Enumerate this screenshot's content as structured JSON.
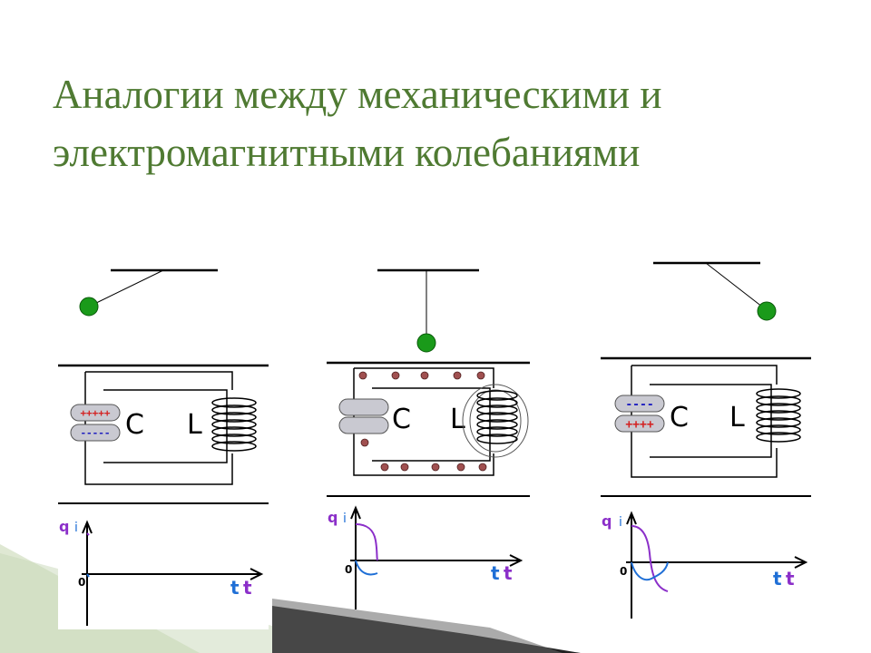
{
  "title": {
    "line1": "Аналогии между механическими и",
    "line2": "электромагнитными колебаниями"
  },
  "colors": {
    "title": "#4f7a32",
    "pendulum_bob": "#1a9a1a",
    "charge_q": "#8b2fc9",
    "current_i": "#1f6fd6",
    "plus_charge": "#d42020",
    "minus_charge": "#2020c0",
    "electron": "#a05050"
  },
  "panels": [
    {
      "capacitor_label": "C",
      "inductor_label": "L",
      "top_plate_charges": "+++++",
      "bottom_plate_charges": "-----",
      "graph": {
        "q_label": "q",
        "i_label": "i",
        "origin_label": "0",
        "t_label_1": "t",
        "t_label_2": "t"
      }
    },
    {
      "capacitor_label": "C",
      "inductor_label": "L",
      "graph": {
        "q_label": "q",
        "i_label": "i",
        "origin_label": "0",
        "t_label_1": "t",
        "t_label_2": "t"
      }
    },
    {
      "capacitor_label": "C",
      "inductor_label": "L",
      "top_plate_charges": "----",
      "bottom_plate_charges": "++++",
      "graph": {
        "q_label": "q",
        "i_label": "i",
        "origin_label": "0",
        "t_label_1": "t",
        "t_label_2": "t"
      }
    }
  ]
}
